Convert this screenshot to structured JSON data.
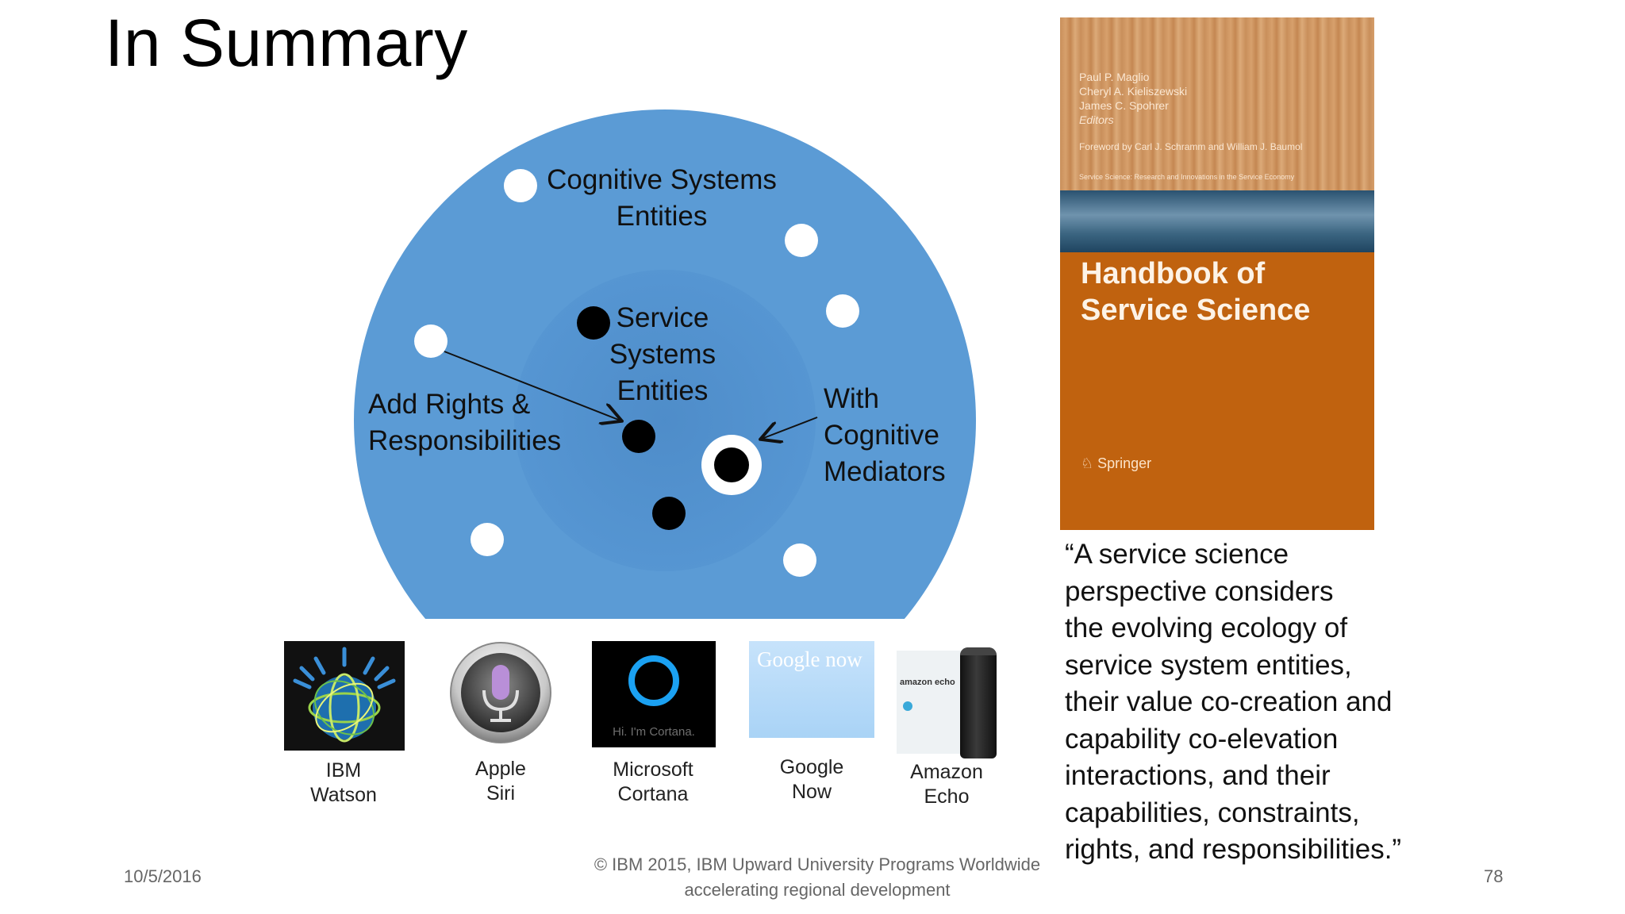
{
  "slide": {
    "title": "In Summary",
    "date": "10/5/2016",
    "page_number": "78",
    "footer_line1": "© IBM 2015, IBM Upward University Programs Worldwide",
    "footer_line2": "accelerating regional development"
  },
  "diagram": {
    "outer_label_line1": "Cognitive Systems",
    "outer_label_line2": "Entities",
    "inner_label_line1": "Service",
    "inner_label_line2": "Systems",
    "inner_label_line3": "Entities",
    "left_label_line1": "Add Rights &",
    "left_label_line2": "Responsibilities",
    "right_label_line1": "With",
    "right_label_line2": "Cognitive",
    "right_label_line3": "Mediators",
    "colors": {
      "outer": "#5b9bd5",
      "inner": "#4f8fcc",
      "dot_white": "#ffffff",
      "dot_black": "#000000"
    }
  },
  "assistants": [
    {
      "line1": "IBM",
      "line2": "Watson"
    },
    {
      "line1": "Apple",
      "line2": "Siri"
    },
    {
      "line1": "Microsoft",
      "line2": "Cortana",
      "screen_text": "Hi. I'm Cortana."
    },
    {
      "line1": "Google",
      "line2": "Now",
      "screen_text": "Google now"
    },
    {
      "line1": "Amazon",
      "line2": "Echo",
      "box_text": "amazon echo"
    }
  ],
  "book": {
    "authors": [
      "Paul P. Maglio",
      "Cheryl A. Kieliszewski",
      "James C. Spohrer",
      "Editors"
    ],
    "foreword": "Foreword by Carl J. Schramm and William J. Baumol",
    "series": "Service Science: Research and Innovations in the Service Economy",
    "title_line1": "Handbook of",
    "title_line2": "Service Science",
    "publisher": "Springer"
  },
  "quote": {
    "line1": "“A service science",
    "line2": "perspective considers",
    "line3": "the evolving ecology of",
    "line4": "service system entities,",
    "line5": "their value co-creation and",
    "line6": "capability co-elevation",
    "line7": "interactions, and their",
    "line8": "capabilities,  constraints,",
    "line9": "rights, and  responsibilities.”"
  }
}
